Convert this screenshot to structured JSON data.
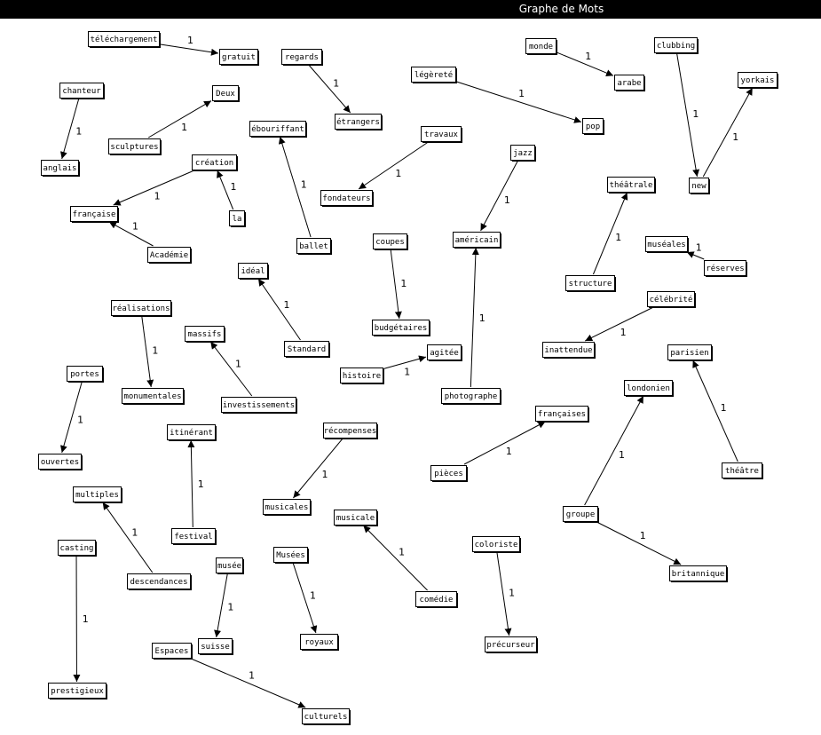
{
  "window": {
    "title": "Graphe de Mots"
  },
  "colors": {
    "titlebar": "#000000",
    "background": "#ffffff",
    "ink": "#000000"
  },
  "nodes": [
    {
      "id": "telechargement",
      "label": "téléchargement"
    },
    {
      "id": "gratuit",
      "label": "gratuit"
    },
    {
      "id": "regards",
      "label": "regards"
    },
    {
      "id": "etrangers",
      "label": "étrangers"
    },
    {
      "id": "monde",
      "label": "monde"
    },
    {
      "id": "arabe",
      "label": "arabe"
    },
    {
      "id": "clubbing",
      "label": "clubbing"
    },
    {
      "id": "yorkais",
      "label": "yorkais"
    },
    {
      "id": "new",
      "label": "new"
    },
    {
      "id": "chanteur",
      "label": "chanteur"
    },
    {
      "id": "anglais",
      "label": "anglais"
    },
    {
      "id": "deux",
      "label": "Deux"
    },
    {
      "id": "sculptures",
      "label": "sculptures"
    },
    {
      "id": "legerete",
      "label": "légèreté"
    },
    {
      "id": "pop",
      "label": "pop"
    },
    {
      "id": "ebouriffant",
      "label": "ébouriffant"
    },
    {
      "id": "ballet",
      "label": "ballet"
    },
    {
      "id": "travaux",
      "label": "travaux"
    },
    {
      "id": "fondateurs",
      "label": "fondateurs"
    },
    {
      "id": "creation",
      "label": "création"
    },
    {
      "id": "la",
      "label": "la"
    },
    {
      "id": "francaise",
      "label": "française"
    },
    {
      "id": "academie",
      "label": "Académie"
    },
    {
      "id": "jazz",
      "label": "jazz"
    },
    {
      "id": "americain",
      "label": "américain"
    },
    {
      "id": "theatrale",
      "label": "théâtrale"
    },
    {
      "id": "structure",
      "label": "structure"
    },
    {
      "id": "museales",
      "label": "muséales"
    },
    {
      "id": "reserves",
      "label": "réserves"
    },
    {
      "id": "coupes",
      "label": "coupes"
    },
    {
      "id": "budgetaires",
      "label": "budgétaires"
    },
    {
      "id": "ideal",
      "label": "idéal"
    },
    {
      "id": "standard",
      "label": "Standard"
    },
    {
      "id": "realisations",
      "label": "réalisations"
    },
    {
      "id": "monumentales",
      "label": "monumentales"
    },
    {
      "id": "massifs",
      "label": "massifs"
    },
    {
      "id": "investissements",
      "label": "investissements"
    },
    {
      "id": "celebrite",
      "label": "célébrité"
    },
    {
      "id": "inattendue",
      "label": "inattendue"
    },
    {
      "id": "parisien",
      "label": "parisien"
    },
    {
      "id": "theatre",
      "label": "théâtre"
    },
    {
      "id": "histoire",
      "label": "histoire"
    },
    {
      "id": "agitee",
      "label": "agitée"
    },
    {
      "id": "photographe",
      "label": "photographe"
    },
    {
      "id": "portes",
      "label": "portes"
    },
    {
      "id": "ouvertes",
      "label": "ouvertes"
    },
    {
      "id": "londonien",
      "label": "londonien"
    },
    {
      "id": "groupe",
      "label": "groupe"
    },
    {
      "id": "britannique",
      "label": "britannique"
    },
    {
      "id": "francaises",
      "label": "françaises"
    },
    {
      "id": "pieces",
      "label": "pièces"
    },
    {
      "id": "itinerant",
      "label": "itinérant"
    },
    {
      "id": "festival",
      "label": "festival"
    },
    {
      "id": "recompenses",
      "label": "récompenses"
    },
    {
      "id": "musicales",
      "label": "musicales"
    },
    {
      "id": "multiples",
      "label": "multiples"
    },
    {
      "id": "descendances",
      "label": "descendances"
    },
    {
      "id": "casting",
      "label": "casting"
    },
    {
      "id": "prestigieux",
      "label": "prestigieux"
    },
    {
      "id": "musee",
      "label": "musée"
    },
    {
      "id": "suisse",
      "label": "suisse"
    },
    {
      "id": "musees",
      "label": "Musées"
    },
    {
      "id": "royaux",
      "label": "royaux"
    },
    {
      "id": "musicale",
      "label": "musicale"
    },
    {
      "id": "comedie",
      "label": "comédie"
    },
    {
      "id": "coloriste",
      "label": "coloriste"
    },
    {
      "id": "precurseur",
      "label": "précurseur"
    },
    {
      "id": "espaces",
      "label": "Espaces"
    },
    {
      "id": "culturels",
      "label": "culturels"
    }
  ],
  "edges": [
    {
      "from": "telechargement",
      "to": "gratuit",
      "weight": "1"
    },
    {
      "from": "regards",
      "to": "etrangers",
      "weight": "1"
    },
    {
      "from": "monde",
      "to": "arabe",
      "weight": "1"
    },
    {
      "from": "clubbing",
      "to": "new",
      "weight": "1"
    },
    {
      "from": "new",
      "to": "yorkais",
      "weight": "1"
    },
    {
      "from": "chanteur",
      "to": "anglais",
      "weight": "1"
    },
    {
      "from": "sculptures",
      "to": "deux",
      "weight": "1"
    },
    {
      "from": "legerete",
      "to": "pop",
      "weight": "1"
    },
    {
      "from": "ballet",
      "to": "ebouriffant",
      "weight": "1"
    },
    {
      "from": "travaux",
      "to": "fondateurs",
      "weight": "1"
    },
    {
      "from": "la",
      "to": "creation",
      "weight": "1"
    },
    {
      "from": "creation",
      "to": "francaise",
      "weight": "1"
    },
    {
      "from": "academie",
      "to": "francaise",
      "weight": "1"
    },
    {
      "from": "jazz",
      "to": "americain",
      "weight": "1"
    },
    {
      "from": "structure",
      "to": "theatrale",
      "weight": "1"
    },
    {
      "from": "reserves",
      "to": "museales",
      "weight": "1"
    },
    {
      "from": "coupes",
      "to": "budgetaires",
      "weight": "1"
    },
    {
      "from": "standard",
      "to": "ideal",
      "weight": "1"
    },
    {
      "from": "realisations",
      "to": "monumentales",
      "weight": "1"
    },
    {
      "from": "investissements",
      "to": "massifs",
      "weight": "1"
    },
    {
      "from": "celebrite",
      "to": "inattendue",
      "weight": "1"
    },
    {
      "from": "theatre",
      "to": "parisien",
      "weight": "1"
    },
    {
      "from": "histoire",
      "to": "agitee",
      "weight": "1"
    },
    {
      "from": "photographe",
      "to": "americain",
      "weight": "1"
    },
    {
      "from": "portes",
      "to": "ouvertes",
      "weight": "1"
    },
    {
      "from": "groupe",
      "to": "londonien",
      "weight": "1"
    },
    {
      "from": "groupe",
      "to": "britannique",
      "weight": "1"
    },
    {
      "from": "pieces",
      "to": "francaises",
      "weight": "1"
    },
    {
      "from": "festival",
      "to": "itinerant",
      "weight": "1"
    },
    {
      "from": "recompenses",
      "to": "musicales",
      "weight": "1"
    },
    {
      "from": "descendances",
      "to": "multiples",
      "weight": "1"
    },
    {
      "from": "casting",
      "to": "prestigieux",
      "weight": "1"
    },
    {
      "from": "musee",
      "to": "suisse",
      "weight": "1"
    },
    {
      "from": "musees",
      "to": "royaux",
      "weight": "1"
    },
    {
      "from": "comedie",
      "to": "musicale",
      "weight": "1"
    },
    {
      "from": "coloriste",
      "to": "precurseur",
      "weight": "1"
    },
    {
      "from": "espaces",
      "to": "culturels",
      "weight": "1"
    }
  ]
}
